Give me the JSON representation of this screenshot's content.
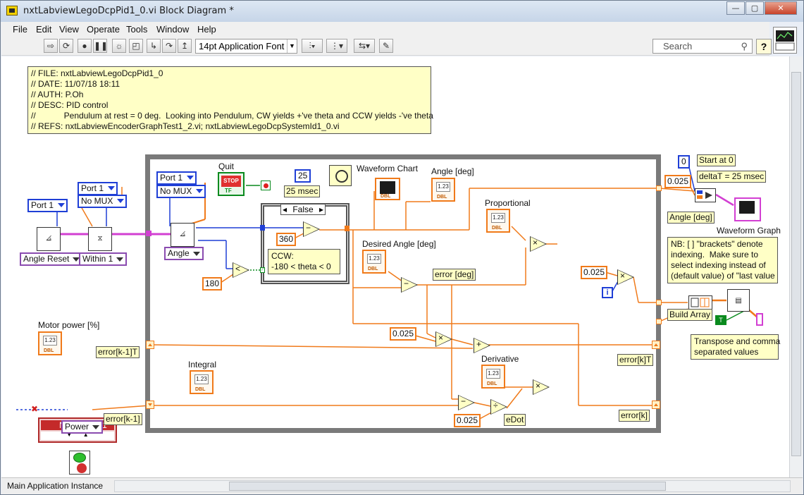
{
  "window": {
    "title": "nxtLabviewLegoDcpPid1_0.vi Block Diagram *",
    "controls": {
      "minimize": "—",
      "maximize": "▢",
      "close": "✕"
    }
  },
  "menubar": {
    "items": [
      "File",
      "Edit",
      "View",
      "Operate",
      "Tools",
      "Window",
      "Help"
    ]
  },
  "toolbar": {
    "font_select": "14pt Application Font",
    "search_placeholder": "Search",
    "help": "?"
  },
  "comment_block": {
    "text": "// FILE: nxtLabviewLegoDcpPid1_0\n// DATE: 11/07/18 18:11\n// AUTH: P.Oh\n// DESC: PID control\n//            Pendulum at rest = 0 deg.  Looking into Pendulum, CW yields +'ve theta and CCW yields -'ve theta\n// REFS: nxtLabviewEncoderGraphTest1_2.vi; nxtLabviewLegoDcpSystemId1_0.vi"
  },
  "diagram": {
    "left": {
      "port1_a": "Port 1",
      "port1_b": "Port 1",
      "no_mux_a": "No MUX",
      "angle_reset": "Angle Reset",
      "within": "Within 1",
      "motor_power_label": "Motor power [%]",
      "error_k1_T": "error[k-1]T",
      "nxt_motor": "NXT Motor 1",
      "power": "Power",
      "error_k1": "error[k-1]"
    },
    "loop": {
      "port1_c": "Port 1",
      "no_mux_b": "No MUX",
      "angle": "Angle",
      "quit_label": "Quit",
      "stop_text": "STOP",
      "tf_text": "TF",
      "wait_const": "25",
      "wait_label": "25 msec",
      "case_selector": "False",
      "const_360": "360",
      "const_180": "180",
      "ccw_comment": "CCW:\n-180 < theta < 0",
      "waveform_chart": "Waveform Chart",
      "angle_deg": "Angle [deg]",
      "proportional": "Proportional",
      "desired_angle": "Desired Angle [deg]",
      "error_deg": "error [deg]",
      "const_0025_a": "0.025",
      "const_0025_b": "0.025",
      "const_0025_c": "0.025",
      "integral": "Integral",
      "derivative": "Derivative",
      "edot": "eDot",
      "error_k_T": "error[k]T",
      "error_k": "error[k]",
      "i_term": "i"
    },
    "right": {
      "start_const": "0",
      "start_label": "Start at 0",
      "deltaT_const": "0.025",
      "deltaT_label": "deltaT = 25 msec",
      "angle_deg_label": "Angle [deg]",
      "waveform_graph": "Waveform Graph",
      "nb_note": "NB: [ ] \"brackets\" denote\nindexing.  Make sure to\nselect indexing instead of\n(default value) of \"last value",
      "build_array": "Build Array",
      "transpose_note": "Transpose and comma\nseparated values",
      "bool_T": "T"
    },
    "dbl_text": "1.23",
    "dbl_type": "DBL"
  },
  "statusbar": {
    "context": "Main Application Instance"
  },
  "colors": {
    "float_wire": "#f07a1a",
    "int_wire": "#1f3fd6",
    "bool_wire": "#0a8a1e",
    "cluster_wire": "#d23fd2",
    "loop_border": "#7a7a7a",
    "comment_bg": "#ffffc6"
  }
}
